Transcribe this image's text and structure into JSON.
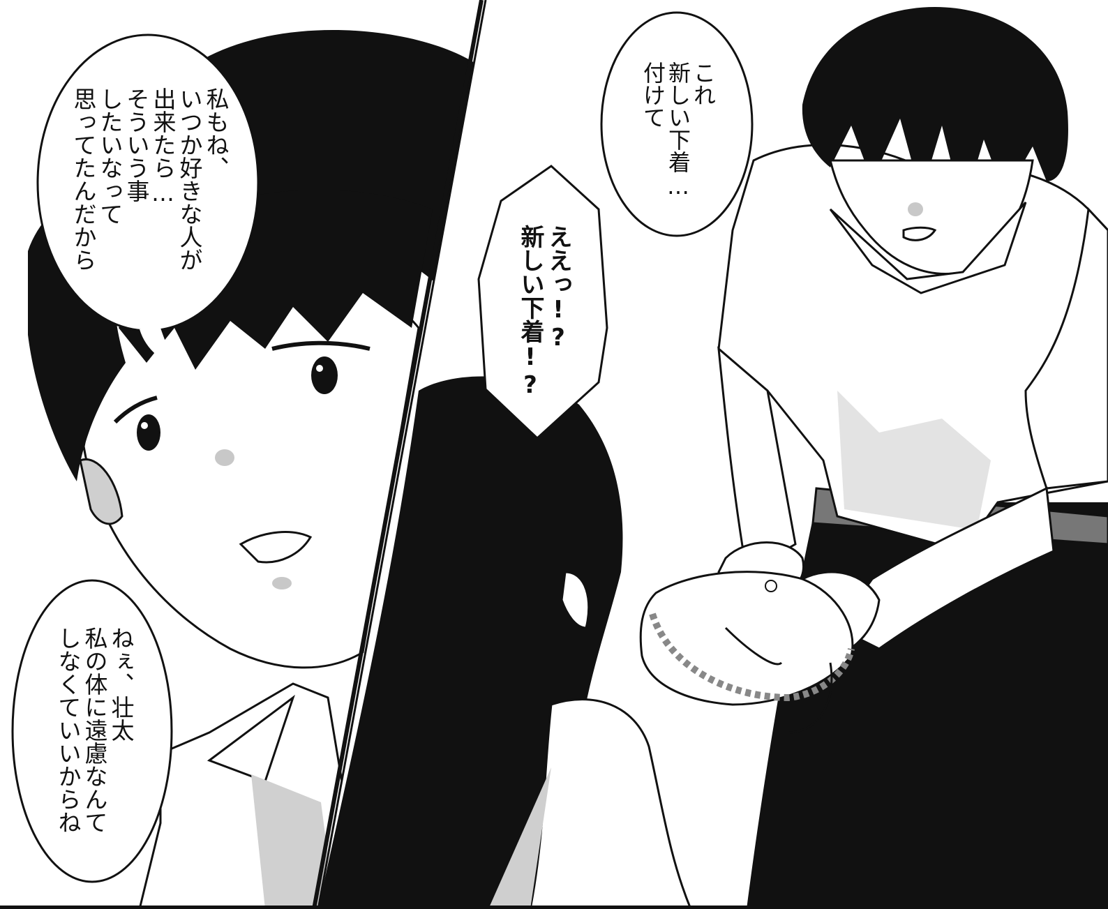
{
  "panels": {
    "left": {
      "bubble_top": {
        "lines": [
          "私もね、",
          "いつか好きな人が",
          "出来たら…",
          "そういう事",
          "したいなって",
          "思ってたんだから"
        ]
      },
      "bubble_bottom": {
        "lines": [
          "ねぇ、壮太",
          "私の体に遠慮なんて",
          "しなくていいからね"
        ]
      }
    },
    "right": {
      "bubble_boy": {
        "lines": [
          "これ",
          "新しい下着…",
          "付けて"
        ]
      },
      "bubble_shout": {
        "lines": [
          "ええっ!?",
          "新しい下着!?"
        ]
      }
    }
  },
  "colors": {
    "ink": "#111111",
    "tone": "#c8c8c8",
    "paper": "#ffffff"
  }
}
